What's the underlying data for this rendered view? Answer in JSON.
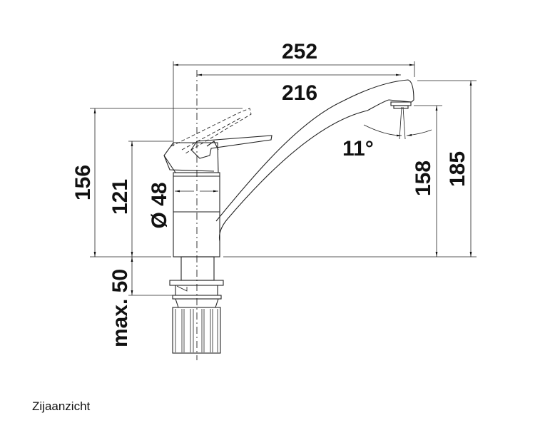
{
  "dimensions": {
    "overall_width": "252",
    "spout_reach": "216",
    "spout_angle": "11°",
    "spout_outlet_height": "158",
    "total_height": "185",
    "lever_raised_height": "156",
    "body_height": "121",
    "body_diameter": "Ø 48",
    "max_deck_thickness": "max. 50"
  },
  "caption": "Zijaanzicht"
}
